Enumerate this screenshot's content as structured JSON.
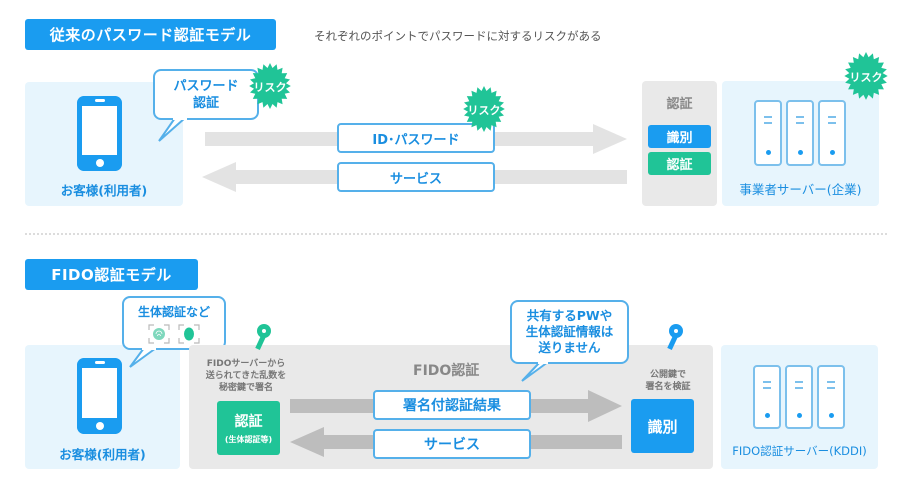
{
  "top": {
    "title": "従来のパスワード認証モデル",
    "subtitle": "それぞれのポイントでパスワードに対するリスクがある",
    "client_label": "お客様(利用者)",
    "bubble_line1": "パスワード",
    "bubble_line2": "認証",
    "risk_label": "リスク",
    "message_request": "ID･パスワード",
    "message_response": "サービス",
    "auth_panel_title": "認証",
    "auth_identify": "識別",
    "auth_verify": "認証",
    "server_label": "事業者サーバー(企業)"
  },
  "bottom": {
    "title": "FIDO認証モデル",
    "client_label": "お客様(利用者)",
    "bubble_biometric": "生体認証など",
    "biometric_icons": [
      "fingerprint-icon",
      "face-icon"
    ],
    "fido_panel_title": "FIDO認証",
    "sign_note_line1": "FIDOサーバーから",
    "sign_note_line2": "送られてきた乱数を",
    "sign_note_line3": "秘密鍵で署名",
    "auth_box_title": "認証",
    "auth_box_sub": "(生体認証等)",
    "message_request": "署名付認証結果",
    "message_response": "サービス",
    "no_share_line1": "共有するPWや",
    "no_share_line2": "生体認証情報は",
    "no_share_line3": "送りません",
    "verify_note_line1": "公開鍵で",
    "verify_note_line2": "署名を検証",
    "identify_box": "識別",
    "server_label": "FIDO認証サーバー(KDDI)"
  },
  "colors": {
    "primary_blue": "#1a9cf0",
    "risk_green": "#20c497",
    "panel_blue": "#e7f5fd",
    "panel_gray": "#e9e9e9",
    "arrow_gray": "#e3e3e3",
    "arrow_dark_gray": "#bdbdbd"
  }
}
